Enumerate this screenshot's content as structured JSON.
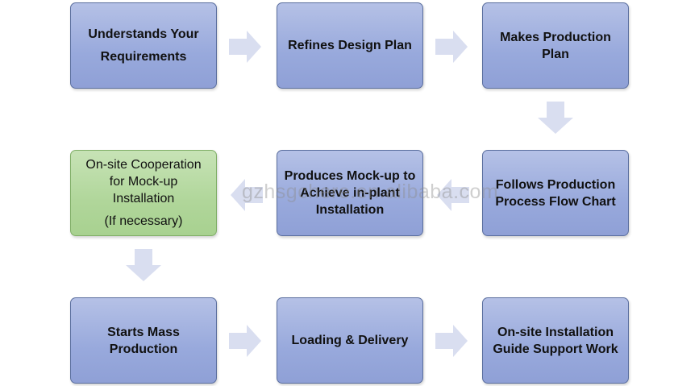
{
  "steps": [
    {
      "id": "understands",
      "lines": [
        "Understands Your",
        "Requirements"
      ]
    },
    {
      "id": "refines",
      "lines": [
        "Refines Design Plan"
      ]
    },
    {
      "id": "makes-plan",
      "lines": [
        "Makes Production",
        "Plan"
      ]
    },
    {
      "id": "follows",
      "lines": [
        "Follows Production",
        "Process Flow Chart"
      ]
    },
    {
      "id": "mockup",
      "lines": [
        "Produces Mock-up to",
        "Achieve in-plant",
        "Installation"
      ]
    },
    {
      "id": "onsite-coop",
      "lines": [
        "On-site Cooperation",
        "for Mock-up",
        "Installation",
        "(If necessary)"
      ]
    },
    {
      "id": "mass-production",
      "lines": [
        "Starts Mass",
        "Production"
      ]
    },
    {
      "id": "loading",
      "lines": [
        "Loading & Delivery"
      ]
    },
    {
      "id": "installation-support",
      "lines": [
        "On-site Installation",
        "Guide Support Work"
      ]
    }
  ],
  "watermark": "gzhsgchere.en.alibaba.com",
  "colors": {
    "step_fill": "#98a9dc",
    "optional_step_fill": "#b0d69a",
    "arrow_fill": "#d9def0"
  }
}
